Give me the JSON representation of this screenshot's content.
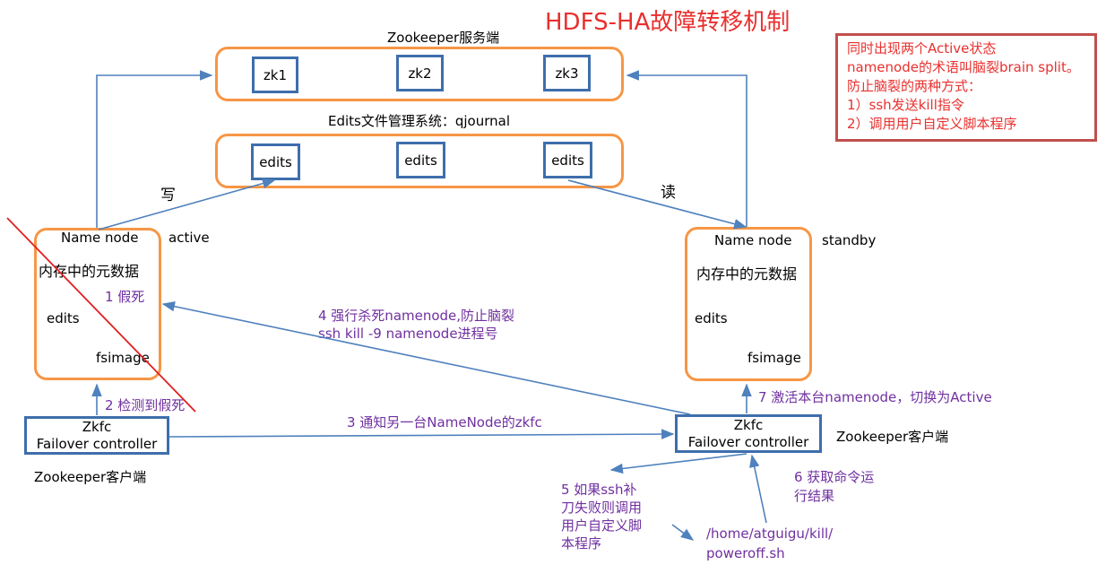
{
  "title": "HDFS-HA故障转移机制",
  "zookeeper_server": {
    "label": "Zookeeper服务端",
    "nodes": [
      "zk1",
      "zk2",
      "zk3"
    ]
  },
  "edits_system": {
    "label": "Edits文件管理系统：qjournal",
    "nodes": [
      "edits",
      "edits",
      "edits"
    ]
  },
  "write_label": "写",
  "read_label": "读",
  "active_node": {
    "title": "Name node",
    "state": "active",
    "metadata": "内存中的元数据",
    "edits": "edits",
    "fsimage": "fsimage"
  },
  "standby_node": {
    "title": "Name node",
    "state": "standby",
    "metadata": "内存中的元数据",
    "edits": "edits",
    "fsimage": "fsimage"
  },
  "zkfc_left": {
    "line1": "Zkfc",
    "line2": "Failover controller"
  },
  "zkfc_right": {
    "line1": "Zkfc",
    "line2": "Failover controller"
  },
  "zk_client_left": "Zookeeper客户端",
  "zk_client_right": "Zookeeper客户端",
  "steps": {
    "s1": "1 假死",
    "s2": "2 检测到假死",
    "s3": "3 通知另一台NameNode的zkfc",
    "s4_line1": "4 强行杀死namenode,防止脑裂",
    "s4_line2": "ssh kill -9 namenode进程号",
    "s5_lines": [
      "5 如果ssh补",
      "刀失败则调用",
      "用户自定义脚",
      "本程序"
    ],
    "s6_lines": [
      "6 获取命令运",
      "行结果"
    ],
    "s7": "7 激活本台namenode，切换为Active"
  },
  "script_path": [
    "/home/atguigu/kill/",
    "poweroff.sh"
  ],
  "note": {
    "lines": [
      "同时出现两个Active状态",
      "namenode的术语叫脑裂brain split。",
      "防止脑裂的两种方式：",
      "1）ssh发送kill指令",
      "2）调用用户自定义脚本程序"
    ]
  },
  "colors": {
    "orange": "#f79646",
    "blue": "#3e6eac",
    "arrow": "#4f81bd",
    "purple": "#7030a0",
    "red": "#e8302e"
  }
}
